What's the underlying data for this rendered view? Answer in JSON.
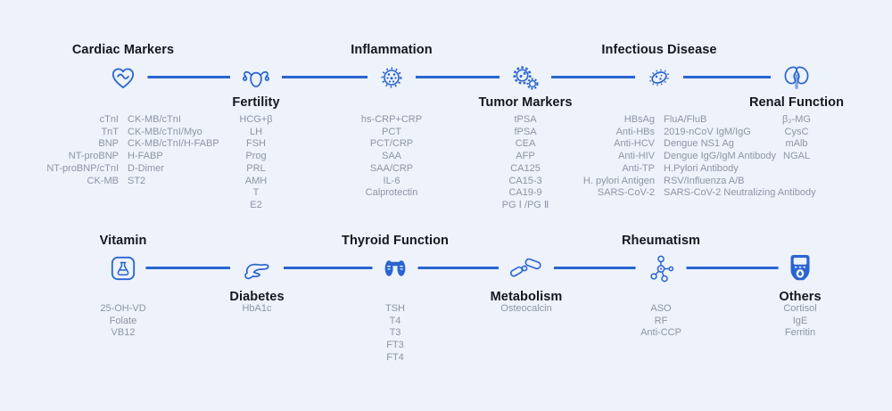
{
  "meta": {
    "background": "#edf2fb",
    "accent": "#2a64d0",
    "title_color": "#15171d",
    "item_color": "#8d96a3"
  },
  "rows": [
    {
      "categories": [
        {
          "id": "cardiac-markers",
          "name": "Cardiac Markers",
          "icon": "heart-pulse",
          "title_side": "above",
          "columns": [
            [
              "cTnI",
              "TnT",
              "BNP",
              "NT-proBNP",
              "NT-proBNP/cTnI",
              "CK-MB"
            ],
            [
              "CK-MB/cTnI",
              "CK-MB/cTnI/Myo",
              "CK-MB/cTnI/H-FABP",
              "H-FABP",
              "D-Dimer",
              "ST2"
            ]
          ]
        },
        {
          "id": "fertility",
          "name": "Fertility",
          "icon": "uterus",
          "title_side": "below",
          "columns": [
            [
              "HCG+β",
              "LH",
              "FSH",
              "Prog",
              "PRL",
              "AMH",
              "T",
              "E2"
            ]
          ]
        },
        {
          "id": "inflammation",
          "name": "Inflammation",
          "icon": "virus",
          "title_side": "above",
          "columns": [
            [
              "hs-CRP+CRP",
              "PCT",
              "PCT/CRP",
              "SAA",
              "SAA/CRP",
              "IL-6",
              "Calprotectin"
            ]
          ]
        },
        {
          "id": "tumor-markers",
          "name": "Tumor Markers",
          "icon": "gears",
          "title_side": "below",
          "columns": [
            [
              "tPSA",
              "fPSA",
              "CEA",
              "AFP",
              "CA125",
              "CA15-3",
              "CA19-9",
              "PG Ⅰ /PG Ⅱ"
            ]
          ]
        },
        {
          "id": "infectious-disease",
          "name": "Infectious Disease",
          "icon": "bacteria",
          "title_side": "above",
          "columns": [
            [
              "HBsAg",
              "Anti-HBs",
              "Anti-HCV",
              "Anti-HIV",
              "Anti-TP",
              "H. pylori Antigen",
              "SARS-CoV-2"
            ],
            [
              "FluA/FluB",
              "2019-nCoV IgM/IgG",
              "Dengue NS1 Ag",
              "Dengue IgG/IgM Antibody",
              "H.Pylori Antibody",
              "RSV/Influenza A/B",
              "SARS-CoV-2 Neutralizing Antibody"
            ]
          ]
        },
        {
          "id": "renal-function",
          "name": "Renal Function",
          "icon": "kidneys",
          "title_side": "below",
          "columns": [
            [
              "β₂-MG",
              "CysC",
              "mAlb",
              "NGAL"
            ]
          ]
        }
      ]
    },
    {
      "categories": [
        {
          "id": "vitamin",
          "name": "Vitamin",
          "icon": "flask",
          "title_side": "above",
          "columns": [
            [
              "25-OH-VD",
              "Folate",
              "VB12"
            ]
          ]
        },
        {
          "id": "diabetes",
          "name": "Diabetes",
          "icon": "pancreas",
          "title_side": "below",
          "columns": [
            [
              "HbA1c"
            ]
          ]
        },
        {
          "id": "thyroid-function",
          "name": "Thyroid Function",
          "icon": "thyroid",
          "title_side": "above",
          "columns": [
            [
              "TSH",
              "T4",
              "T3",
              "FT3",
              "FT4"
            ]
          ]
        },
        {
          "id": "metabolism",
          "name": "Metabolism",
          "icon": "bone",
          "title_side": "below",
          "columns": [
            [
              "Osteocalcin"
            ]
          ]
        },
        {
          "id": "rheumatism",
          "name": "Rheumatism",
          "icon": "molecule",
          "title_side": "above",
          "columns": [
            [
              "ASO",
              "RF",
              "Anti-CCP"
            ]
          ]
        },
        {
          "id": "others",
          "name": "Others",
          "icon": "glucometer",
          "title_side": "below",
          "columns": [
            [
              "Cortisol",
              "IgE",
              "Ferritin"
            ]
          ]
        }
      ]
    }
  ]
}
